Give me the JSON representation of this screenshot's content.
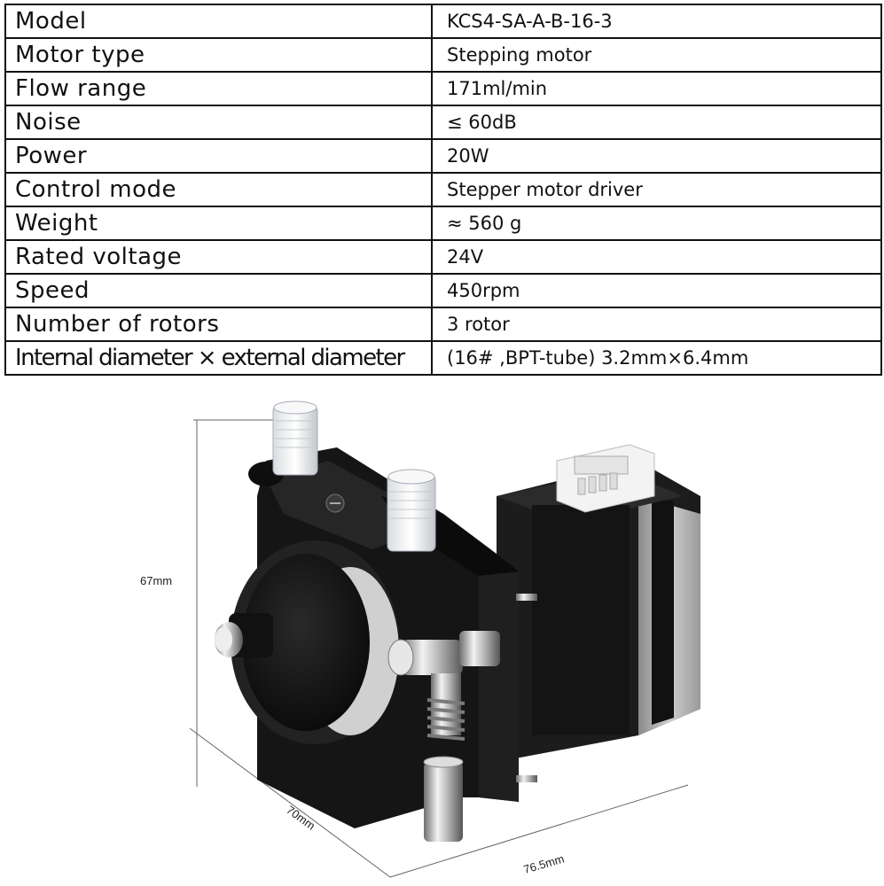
{
  "specs": [
    {
      "label": "Model",
      "value": "KCS4-SA-A-B-16-3"
    },
    {
      "label": "Motor type",
      "value": "Stepping motor"
    },
    {
      "label": "Flow range",
      "value": "171ml/min"
    },
    {
      "label": "Noise",
      "value": "≤ 60dB"
    },
    {
      "label": "Power",
      "value": "20W"
    },
    {
      "label": "Control mode",
      "value": "Stepper motor driver"
    },
    {
      "label": "Weight",
      "value": "≈ 560 g"
    },
    {
      "label": "Rated voltage",
      "value": "24V"
    },
    {
      "label": "Speed",
      "value": "450rpm"
    },
    {
      "label": "Number of rotors",
      "value": "3 rotor"
    },
    {
      "label": "Internal diameter × external diameter",
      "value": "(16# ,BPT-tube) 3.2mm×6.4mm"
    }
  ],
  "dimensions": {
    "height": "67mm",
    "depth": "70mm",
    "width": "76.5mm"
  }
}
